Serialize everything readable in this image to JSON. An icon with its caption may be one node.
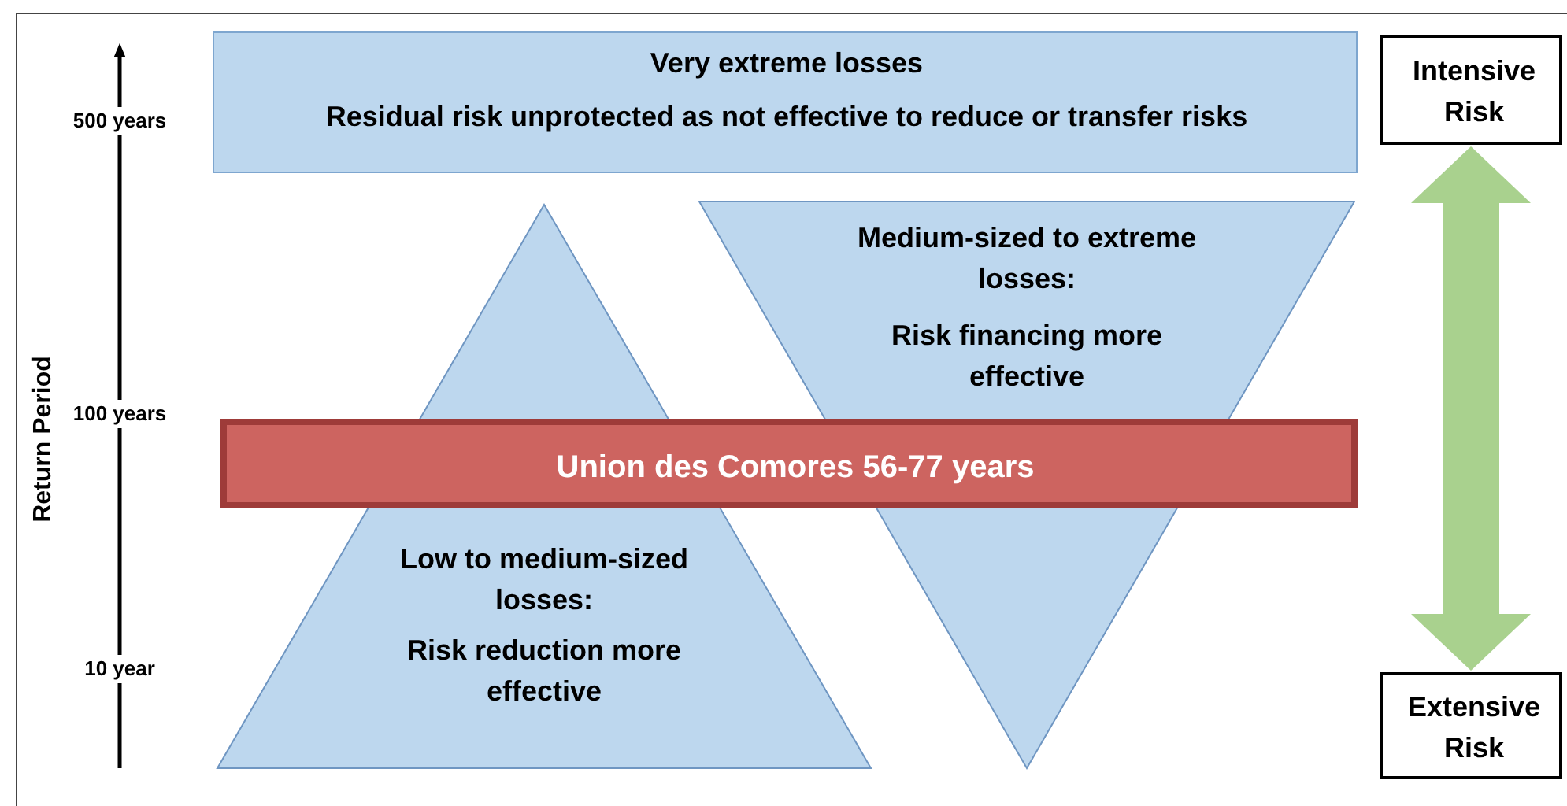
{
  "diagram": {
    "nodes": [
      {
        "text": [
          "Very extreme losses",
          "Residual risk unprotected as not effective to reduce or transfer risks"
        ]
      },
      {
        "text": [
          "Low to medium-sized losses:",
          "Risk reduction more effective"
        ]
      },
      {
        "text": [
          "Medium-sized to extreme losses:",
          "Risk financing more effective"
        ]
      },
      {
        "text": [
          "Union des Comores 56-77 years"
        ]
      },
      {
        "text": [
          "Intensive Risk"
        ]
      },
      {
        "text": [
          "Extensive Risk"
        ]
      }
    ],
    "edges": [
      {
        "from": 4,
        "to": 5,
        "arrow": "both"
      }
    ],
    "labels": [
      "500 years",
      "100 years",
      "10 year",
      "Return Period"
    ]
  }
}
